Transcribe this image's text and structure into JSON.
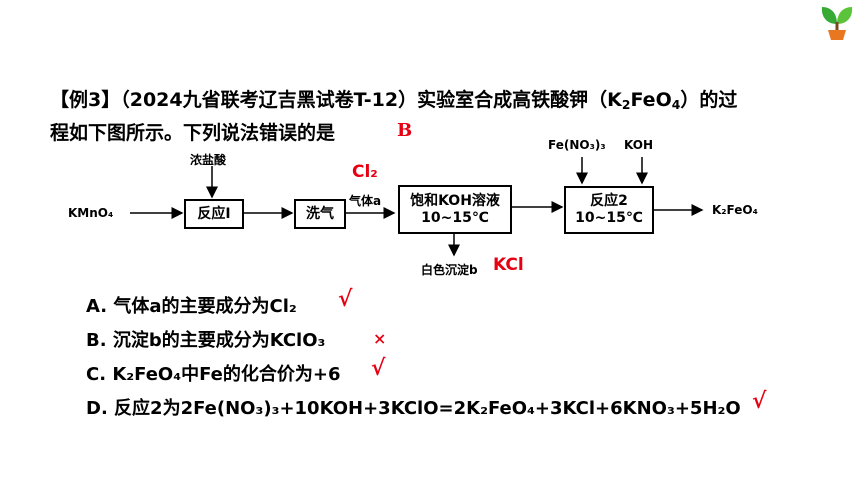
{
  "header": {
    "logo_icon": "sprout-icon",
    "accent_color": "#e60012"
  },
  "question": {
    "tag": "【例3】",
    "source": "（2024九省联考辽吉黑试卷T-12）",
    "stem_a": "实验室合成高铁酸钾（",
    "formula_k": "K",
    "formula_k_sub": "2",
    "formula_feo": "FeO",
    "formula_o_sub": "4",
    "stem_b": "）的过",
    "stem_c": "程如下图所示。下列说法错误的是",
    "answer": "B"
  },
  "flowchart": {
    "start": "KMnO₄",
    "conc_hcl": "浓盐酸",
    "box1": "反应I",
    "box2": "洗气",
    "gas_label": "气体a",
    "gas_note": "Cl₂",
    "box3_line1": "饱和KOH溶液",
    "box3_line2": "10~15℃",
    "precip_label": "白色沉淀b",
    "precip_note": "KCl",
    "reagent1": "Fe(NO₃)₃",
    "reagent2": "KOH",
    "box4_line1": "反应2",
    "box4_line2": "10~15℃",
    "product": "K₂FeO₄"
  },
  "options": [
    {
      "text": "A. 气体a的主要成分为Cl₂",
      "mark": "√"
    },
    {
      "text": "B. 沉淀b的主要成分为KClO₃",
      "mark": "×"
    },
    {
      "text": "C. K₂FeO₄中Fe的化合价为+6",
      "mark": "√"
    },
    {
      "text": "D. 反应2为2Fe(NO₃)₃+10KOH+3KClO=2K₂FeO₄+3KCl+6KNO₃+5H₂O",
      "mark": "√"
    }
  ]
}
